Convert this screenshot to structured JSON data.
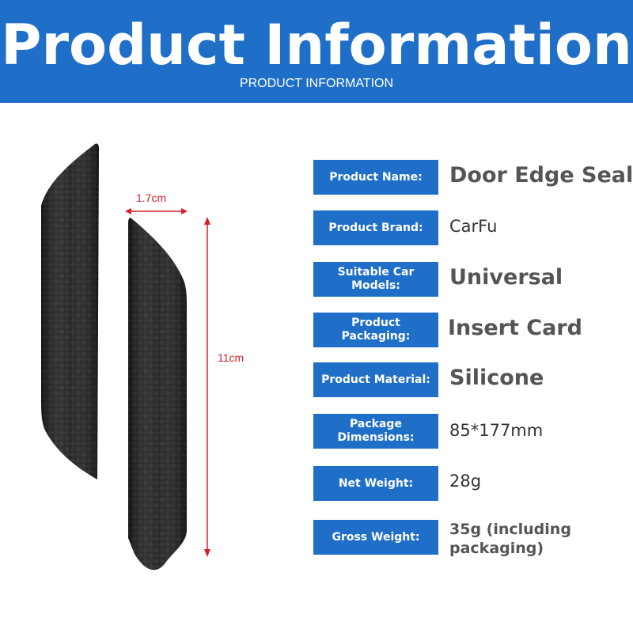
{
  "header": {
    "title": "Product Information",
    "subtitle": "PRODUCT INFORMATION",
    "color": "#1f6fc9"
  },
  "illustration": {
    "width_label": "1.7cm",
    "length_label": "11cm",
    "dimension_color": "#d6202a"
  },
  "specs": [
    {
      "label": "Product Name:",
      "value": "Door Edge Seal"
    },
    {
      "label": "Product Brand:",
      "value": "CarFu"
    },
    {
      "label": "Suitable Car Models:",
      "value": "Universal"
    },
    {
      "label": "Product Packaging:",
      "value": "Insert Card"
    },
    {
      "label": "Product Material:",
      "value": "Silicone"
    },
    {
      "label": "Package Dimensions:",
      "value": "85*177mm"
    },
    {
      "label": "Net Weight:",
      "value": "28g"
    },
    {
      "label": "Gross Weight:",
      "value": "35g (including packaging)"
    }
  ]
}
